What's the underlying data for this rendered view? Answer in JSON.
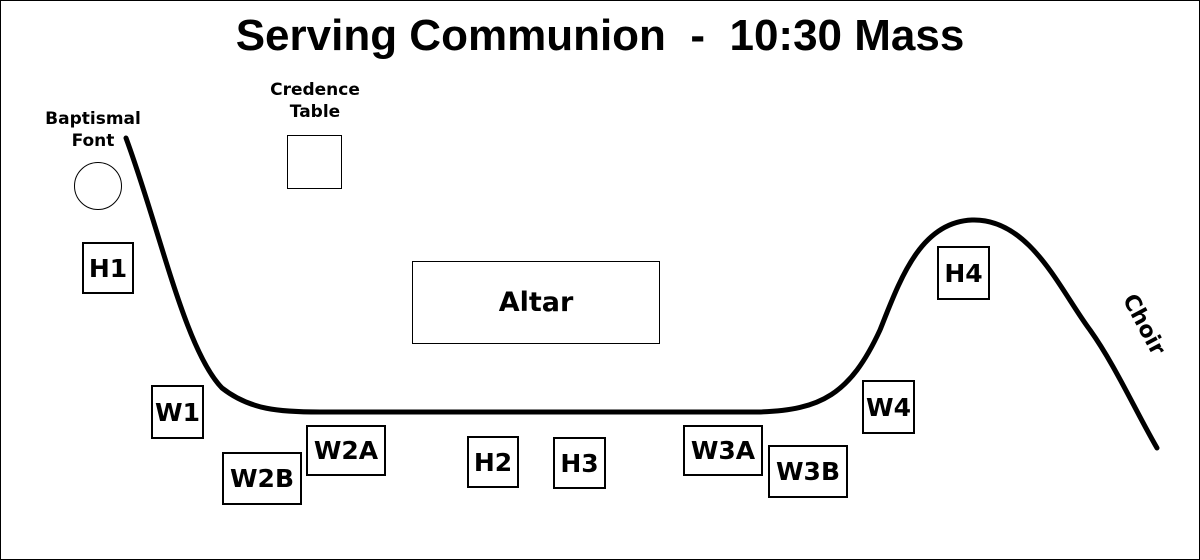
{
  "title": "Serving Communion  -  10:30 Mass",
  "labels": {
    "baptismal_font_line1": "Baptismal",
    "baptismal_font_line2": "Font",
    "credence_table_line1": "Credence",
    "credence_table_line2": "Table",
    "altar": "Altar",
    "choir": "Choir"
  },
  "stations": {
    "h1": "H1",
    "w1": "W1",
    "w2b": "W2B",
    "w2a": "W2A",
    "h2": "H2",
    "h3": "H3",
    "w3a": "W3A",
    "w3b": "W3B",
    "w4": "W4",
    "h4": "H4"
  },
  "colors": {
    "line": "#000000",
    "background": "#ffffff"
  }
}
